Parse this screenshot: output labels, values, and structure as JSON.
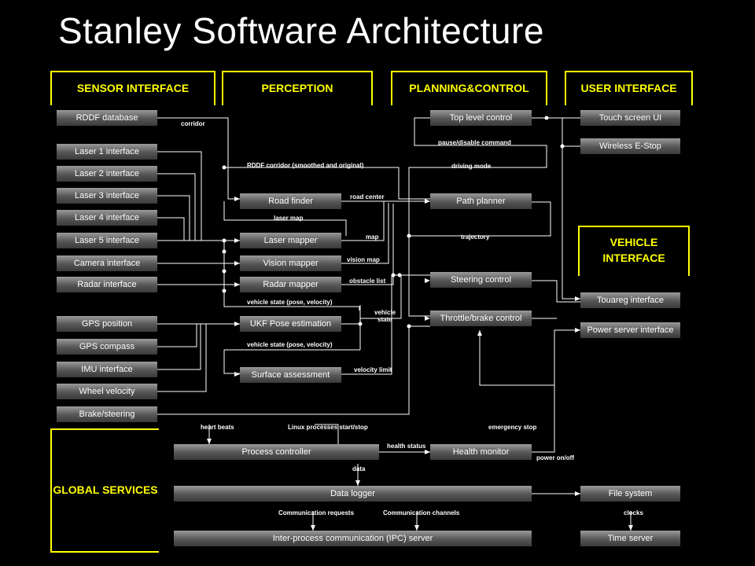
{
  "title": "Stanley Software Architecture",
  "sections": {
    "sensor_interface": "SENSOR INTERFACE",
    "perception": "PERCEPTION",
    "planning_control": "PLANNING&CONTROL",
    "user_interface": "USER INTERFACE",
    "vehicle_interface": "VEHICLE INTERFACE",
    "global_services": "GLOBAL SERVICES"
  },
  "sensors": {
    "rddf_database": "RDDF database",
    "laser1": "Laser 1 interface",
    "laser2": "Laser 2 interface",
    "laser3": "Laser 3 interface",
    "laser4": "Laser 4 interface",
    "laser5": "Laser 5 interface",
    "camera": "Camera interface",
    "radar": "Radar interface",
    "gps_position": "GPS position",
    "gps_compass": "GPS compass",
    "imu": "IMU interface",
    "wheel_velocity": "Wheel velocity",
    "brake_steering": "Brake/steering"
  },
  "perception": {
    "road_finder": "Road finder",
    "laser_mapper": "Laser mapper",
    "vision_mapper": "Vision mapper",
    "radar_mapper": "Radar mapper",
    "ukf_pose": "UKF Pose estimation",
    "surface_assessment": "Surface assessment"
  },
  "planning": {
    "top_level_control": "Top level control",
    "path_planner": "Path planner",
    "steering_control": "Steering control",
    "throttle_brake_control": "Throttle/brake control"
  },
  "user_interface": {
    "touch_screen_ui": "Touch screen UI",
    "wireless_estop": "Wireless E-Stop"
  },
  "vehicle": {
    "touareg_interface": "Touareg interface",
    "power_server_interface": "Power server interface"
  },
  "services": {
    "process_controller": "Process controller",
    "health_monitor": "Health monitor",
    "data_logger": "Data logger",
    "file_system": "File system",
    "ipc_server": "Inter-process communication (IPC) server",
    "time_server": "Time server"
  },
  "labels": {
    "corridor": "corridor",
    "rddf_corridor": "RDDF corridor (smoothed and original)",
    "road_center": "road center",
    "laser_map": "laser map",
    "map": "map",
    "vision_map": "vision map",
    "obstacle_list": "obstacle list",
    "vehicle_state_1": "vehicle state (pose, velocity)",
    "vehicle_state_2": "vehicle state (pose, velocity)",
    "vehicle_state_short_1": "vehicle",
    "vehicle_state_short_2": "state",
    "velocity_limit": "velocity limit",
    "pause_disable": "pause/disable command",
    "driving_mode": "driving mode",
    "trajectory": "trajectory",
    "heart_beats": "heart beats",
    "linux_processes": "Linux processes start/stop",
    "emergency_stop": "emergency stop",
    "health_status": "health status",
    "power_on_off": "power on/off",
    "data": "data",
    "comm_requests": "Communication requests",
    "comm_channels": "Communication channels",
    "clocks": "clocks"
  }
}
